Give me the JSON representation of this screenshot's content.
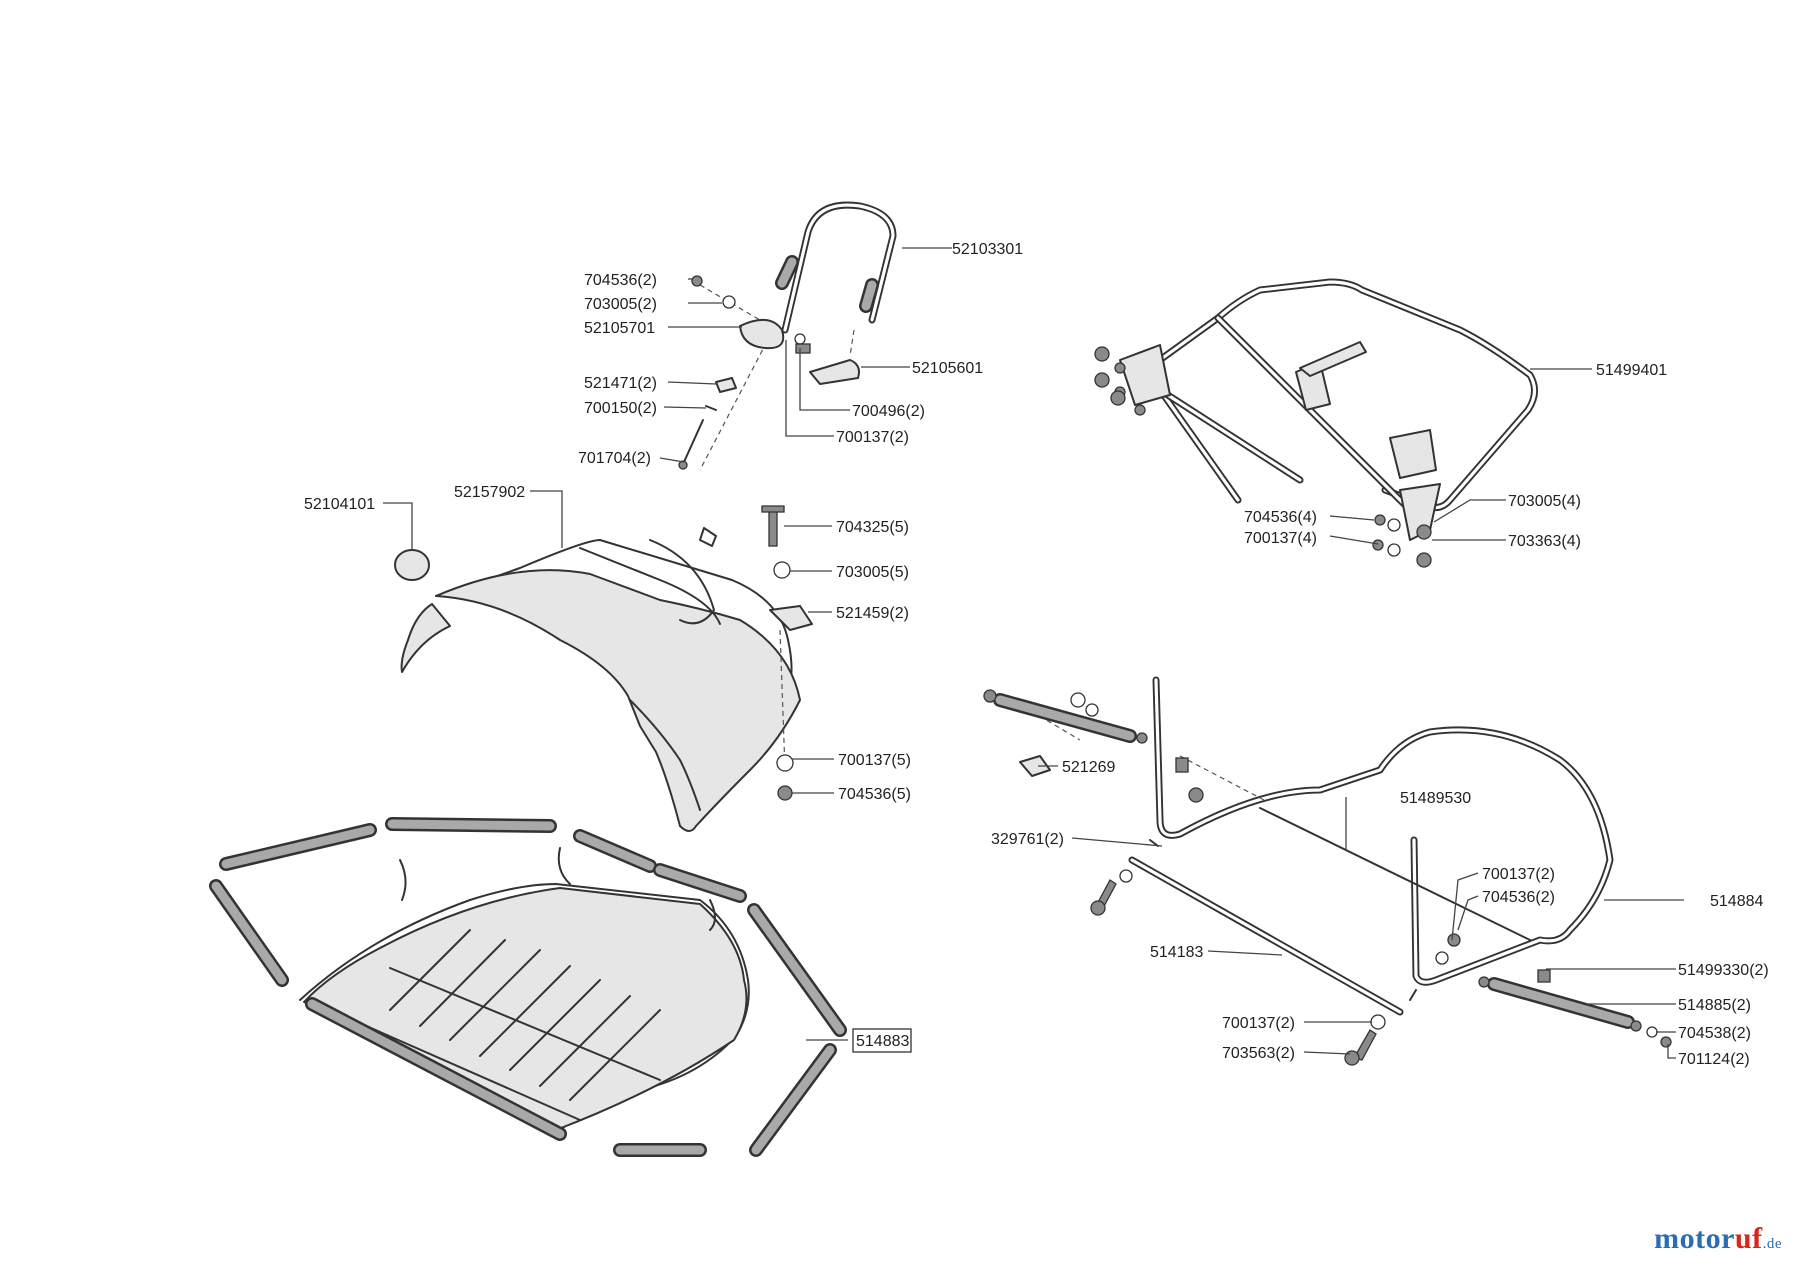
{
  "labels": {
    "p52103301": "52103301",
    "p704536_2a": "704536(2)",
    "p703005_2": "703005(2)",
    "p52105701": "52105701",
    "p52105601": "52105601",
    "p521471_2": "521471(2)",
    "p700150_2": "700150(2)",
    "p700496_2": "700496(2)",
    "p700137_2a": "700137(2)",
    "p701704_2": "701704(2)",
    "p51499401": "51499401",
    "p704536_4": "704536(4)",
    "p700137_4": "700137(4)",
    "p703005_4": "703005(4)",
    "p703363_4": "703363(4)",
    "p52104101": "52104101",
    "p52157902": "52157902",
    "p704325_5": "704325(5)",
    "p703005_5": "703005(5)",
    "p521459_2": "521459(2)",
    "p700137_5": "700137(5)",
    "p704536_5": "704536(5)",
    "p521269": "521269",
    "p51489530": "51489530",
    "p329761_2": "329761(2)",
    "p700137_2b": "700137(2)",
    "p704536_2b": "704536(2)",
    "p514884": "514884",
    "p514183": "514183",
    "p51499330_2": "51499330(2)",
    "p514885_2": "514885(2)",
    "p704538_2": "704538(2)",
    "p701124_2": "701124(2)",
    "p700137_2c": "700137(2)",
    "p703563_2": "703563(2)",
    "p514883": "514883"
  },
  "brand": {
    "main": "motor",
    "accent": "uf",
    "suffix": ".de"
  },
  "colors": {
    "brand_blue": "#2a6db3",
    "brand_red": "#d6261e"
  }
}
